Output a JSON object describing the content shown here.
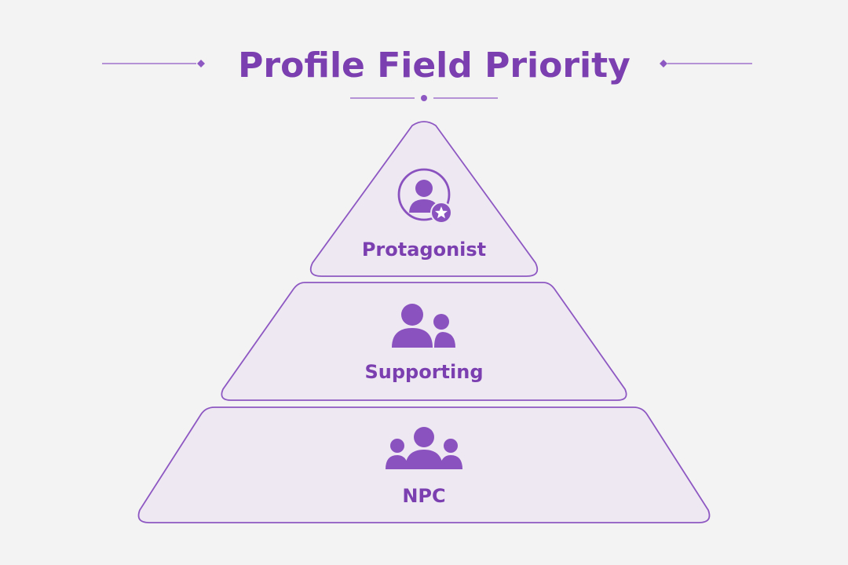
{
  "title": "Profile Field Priority",
  "colors": {
    "accent": "#7b3fb0",
    "icon": "#8a52bf",
    "tier_fill": "#eee8f3",
    "tier_stroke": "#8e58c2",
    "background": "#f4f3f4",
    "divider": "#8e58c2"
  },
  "tiers": [
    {
      "label": "Protagonist",
      "icon": "user-star-icon"
    },
    {
      "label": "Supporting",
      "icon": "two-users-icon"
    },
    {
      "label": "NPC",
      "icon": "user-group-icon"
    }
  ]
}
